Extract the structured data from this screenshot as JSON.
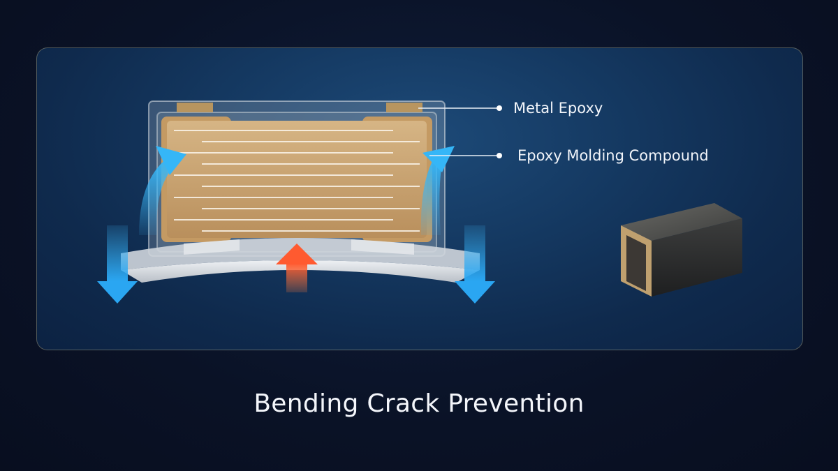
{
  "diagram": {
    "labels": {
      "metal_epoxy": "Metal Epoxy",
      "epoxy_molding_compound": "Epoxy Molding Compound"
    }
  },
  "caption": "Bending Crack Prevention",
  "colors": {
    "background": "#0b1328",
    "panel": "#153a63",
    "capacitor_body": "#c9a774",
    "arrow_blue": "#3ab4f5",
    "arrow_red": "#ff6a3a",
    "board": "#dfe3e8"
  }
}
